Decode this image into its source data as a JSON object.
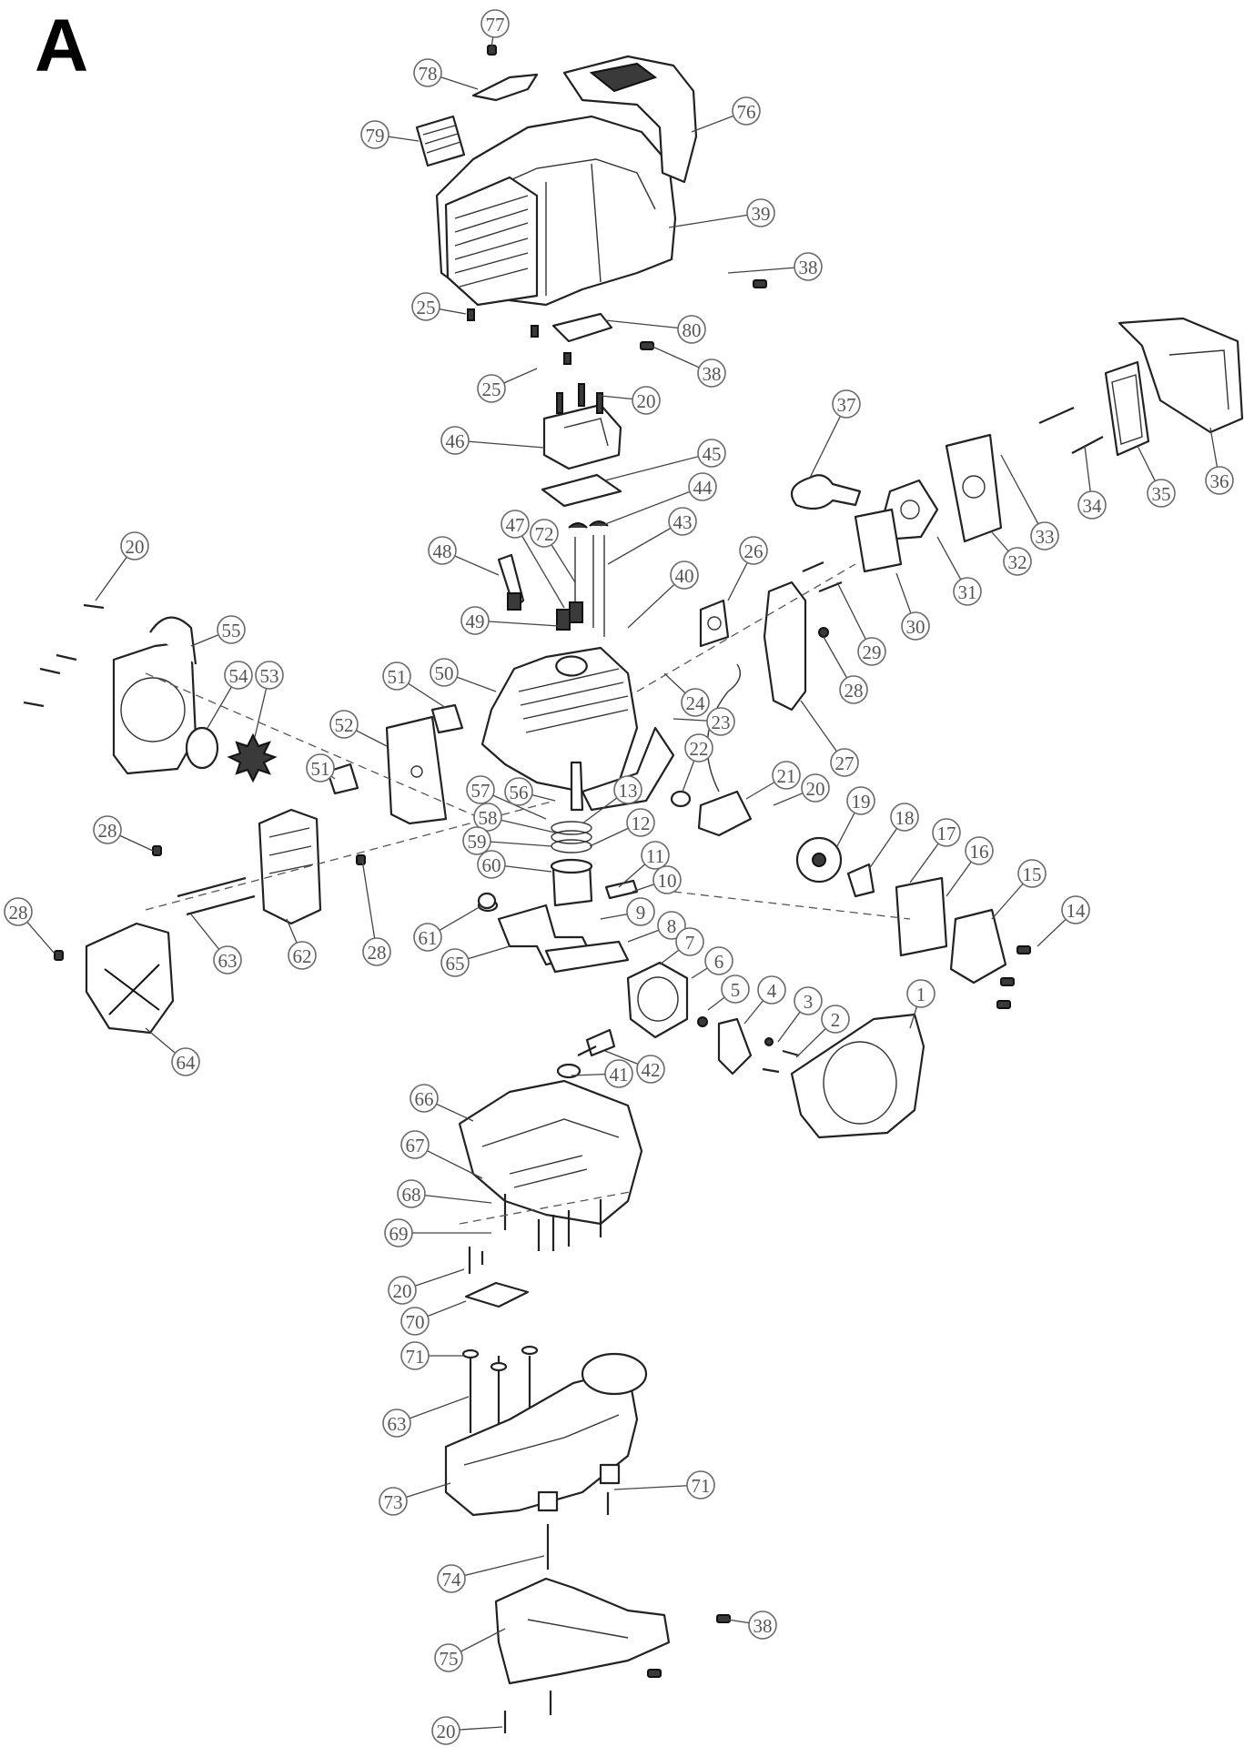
{
  "figure": {
    "label": "A"
  },
  "callouts": [
    {
      "n": "77"
    },
    {
      "n": "78"
    },
    {
      "n": "79"
    },
    {
      "n": "76"
    },
    {
      "n": "39"
    },
    {
      "n": "38"
    },
    {
      "n": "25"
    },
    {
      "n": "80"
    },
    {
      "n": "25"
    },
    {
      "n": "38"
    },
    {
      "n": "20"
    },
    {
      "n": "46"
    },
    {
      "n": "45"
    },
    {
      "n": "44"
    },
    {
      "n": "43"
    },
    {
      "n": "47"
    },
    {
      "n": "72"
    },
    {
      "n": "48"
    },
    {
      "n": "40"
    },
    {
      "n": "49"
    },
    {
      "n": "26"
    },
    {
      "n": "50"
    },
    {
      "n": "37"
    },
    {
      "n": "33"
    },
    {
      "n": "34"
    },
    {
      "n": "35"
    },
    {
      "n": "36"
    },
    {
      "n": "32"
    },
    {
      "n": "31"
    },
    {
      "n": "30"
    },
    {
      "n": "29"
    },
    {
      "n": "28"
    },
    {
      "n": "27"
    },
    {
      "n": "24"
    },
    {
      "n": "23"
    },
    {
      "n": "22"
    },
    {
      "n": "21"
    },
    {
      "n": "20"
    },
    {
      "n": "19"
    },
    {
      "n": "18"
    },
    {
      "n": "17"
    },
    {
      "n": "16"
    },
    {
      "n": "15"
    },
    {
      "n": "14"
    },
    {
      "n": "20"
    },
    {
      "n": "55"
    },
    {
      "n": "54"
    },
    {
      "n": "53"
    },
    {
      "n": "51"
    },
    {
      "n": "52"
    },
    {
      "n": "51"
    },
    {
      "n": "57"
    },
    {
      "n": "56"
    },
    {
      "n": "13"
    },
    {
      "n": "58"
    },
    {
      "n": "12"
    },
    {
      "n": "59"
    },
    {
      "n": "60"
    },
    {
      "n": "11"
    },
    {
      "n": "10"
    },
    {
      "n": "28"
    },
    {
      "n": "28"
    },
    {
      "n": "63"
    },
    {
      "n": "62"
    },
    {
      "n": "28"
    },
    {
      "n": "61"
    },
    {
      "n": "9"
    },
    {
      "n": "8"
    },
    {
      "n": "65"
    },
    {
      "n": "7"
    },
    {
      "n": "6"
    },
    {
      "n": "5"
    },
    {
      "n": "4"
    },
    {
      "n": "3"
    },
    {
      "n": "2"
    },
    {
      "n": "1"
    },
    {
      "n": "64"
    },
    {
      "n": "42"
    },
    {
      "n": "41"
    },
    {
      "n": "66"
    },
    {
      "n": "67"
    },
    {
      "n": "68"
    },
    {
      "n": "69"
    },
    {
      "n": "20"
    },
    {
      "n": "70"
    },
    {
      "n": "71"
    },
    {
      "n": "63"
    },
    {
      "n": "73"
    },
    {
      "n": "71"
    },
    {
      "n": "74"
    },
    {
      "n": "38"
    },
    {
      "n": "75"
    },
    {
      "n": "20"
    }
  ]
}
